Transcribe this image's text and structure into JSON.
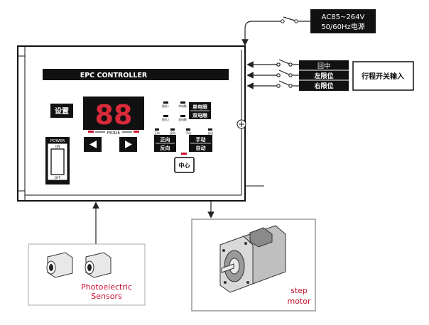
{
  "power_supply": {
    "voltage": "AC85~264V",
    "frequency": "50/60Hz电源"
  },
  "limit_switches": {
    "labels": [
      "回中",
      "左限位",
      "右限位"
    ],
    "input_label": "行程开关输入"
  },
  "controller": {
    "title": "EPC CONTROLLER",
    "setup_button": "设置",
    "display_value": "88",
    "mode_label": "MODE",
    "power_switch": {
      "title": "POWER",
      "on": "ON",
      "off": "OFF"
    },
    "indicators": {
      "limit1": "限位1",
      "single_eye": "单电眼",
      "limit2": "限位2",
      "double_eye": "双电眼",
      "forward": "正向",
      "reverse": "反向",
      "manual": "手动",
      "auto": "自动"
    },
    "eye_button": {
      "top": "单电眼",
      "bottom": "双电眼"
    },
    "direction_button": {
      "top": "正向",
      "bottom": "反向"
    },
    "mode_button": {
      "top": "手动",
      "bottom": "自动"
    },
    "center_button": "中心"
  },
  "sensors_label": [
    "Photoelectric",
    "Sensors"
  ],
  "motor_label": [
    "step",
    "motor"
  ],
  "colors": {
    "accent": "#c8102e",
    "panel": "#111111"
  }
}
